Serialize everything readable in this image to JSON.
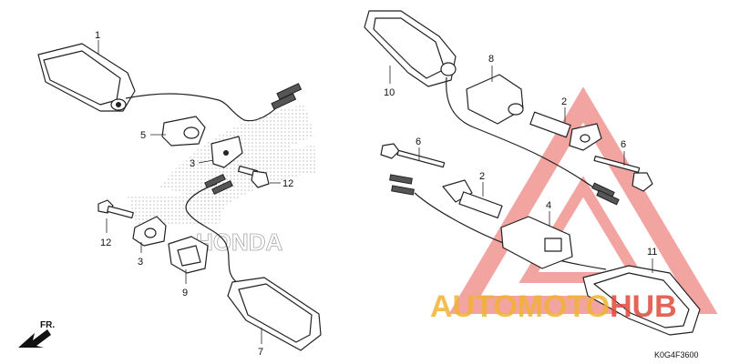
{
  "callouts": [
    "1",
    "5",
    "3",
    "12",
    "12",
    "3",
    "9",
    "7",
    "10",
    "8",
    "2",
    "6",
    "6",
    "2",
    "4",
    "11"
  ],
  "watermark": {
    "part1": "AUTOMOTO",
    "part2": "HUB",
    "color1": "#f2b233",
    "color2": "#e04a3a",
    "triangle_color": "#e85a55"
  },
  "ref_code": "K0G4F3600",
  "front_marker": "FR."
}
